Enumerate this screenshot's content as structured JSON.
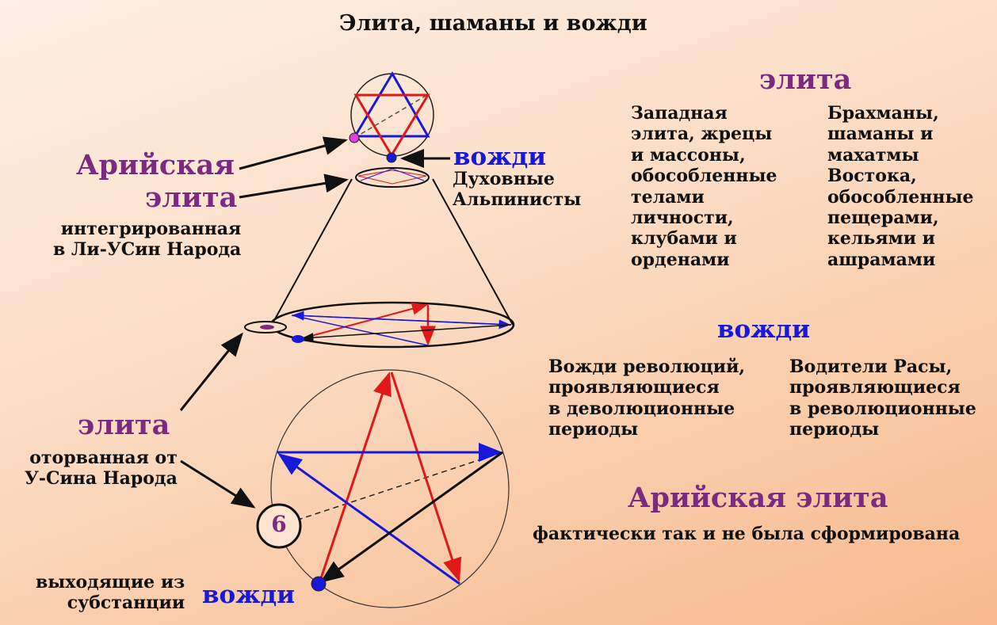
{
  "title": "Элита, шаманы и вожди",
  "left": {
    "aryan_elite_1": "Арийская",
    "aryan_elite_2": "элита",
    "integrated": "интегрированная\nв Ли-УСин Народа",
    "elite": "элита",
    "detached": "оторванная от\nУ-Сина Народа",
    "emerging": "выходящие из\nсубстанции",
    "leaders": "вожди"
  },
  "center": {
    "leaders": "вожди",
    "spiritual": "Духовные\nАльпинисты",
    "circle_number": "6"
  },
  "right": {
    "elite_heading": "элита",
    "western": "Западная\nэлита, жрецы\nи массоны,\nобособленные\nтелами\nличности,\nклубами и\nорденами",
    "eastern": "Брахманы,\nшаманы и\nмахатмы\nВостока,\nобособленные\nпещерами,\nкельями и\nашрамами",
    "leaders_heading": "вожди",
    "revolution": "Вожди революций,\nпроявляющиеся\nв деволюционные\nпериоды",
    "race": "Водители Расы,\nпроявляющиеся\nв революционные\nпериоды",
    "aryan_heading": "Арийская элита",
    "aryan_note": "фактически так и не была сформирована"
  },
  "colors": {
    "purple": "#7b2a82",
    "blue": "#1818d8",
    "red": "#e01818"
  }
}
